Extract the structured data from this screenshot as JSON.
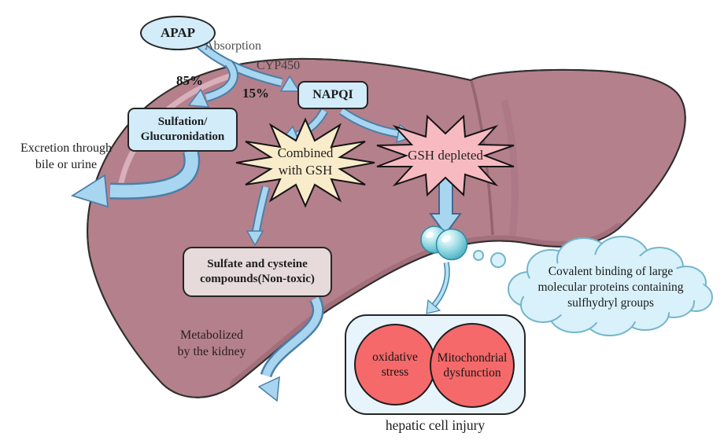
{
  "title": "APAP hepatotoxicity pathway diagram",
  "nodes": {
    "apap": "APAP",
    "napqi": "NAPQI",
    "sulfation": "Sulfation/\nGlucuronidation",
    "combined_gsh": "Combined\nwith GSH",
    "gsh_depleted": "GSH depleted",
    "sulfate_compounds": "Sulfate and cysteine\ncompounds(Non-toxic)",
    "oxidative_stress": "oxidative\nstress",
    "mitochondrial_dysfunction": "Mitochondrial\ndysfunction",
    "covalent_binding": "Covalent binding of large\nmolecular proteins containing\nsulfhydryl groups"
  },
  "labels": {
    "absorption": "Absorption",
    "cyp450": "CYP450",
    "pct_85": "85%",
    "pct_15": "15%",
    "excretion": "Excretion through\nbile or urine",
    "metabolized": "Metabolized\nby the kidney",
    "hepatic_cell_injury": "hepatic cell injury"
  },
  "colors": {
    "liver": "#b4808c",
    "liver_shadow": "#9e6a77",
    "liver_highlight": "#dbb4c0",
    "node_blue": "#d2ecf9",
    "arrow_blue": "#a8d6f1",
    "arrow_outline": "#4c7fa6",
    "starburst_cream": "#f9ecca",
    "starburst_pink": "#f8bac1",
    "sulfate_box": "#e6dada",
    "injury_panel": "#e8f4fb",
    "injury_red": "#f5696a",
    "cloud_blue": "#d9f1fb",
    "cloud_border": "#74b6ca",
    "sphere_teal": "#7fcfdb"
  }
}
